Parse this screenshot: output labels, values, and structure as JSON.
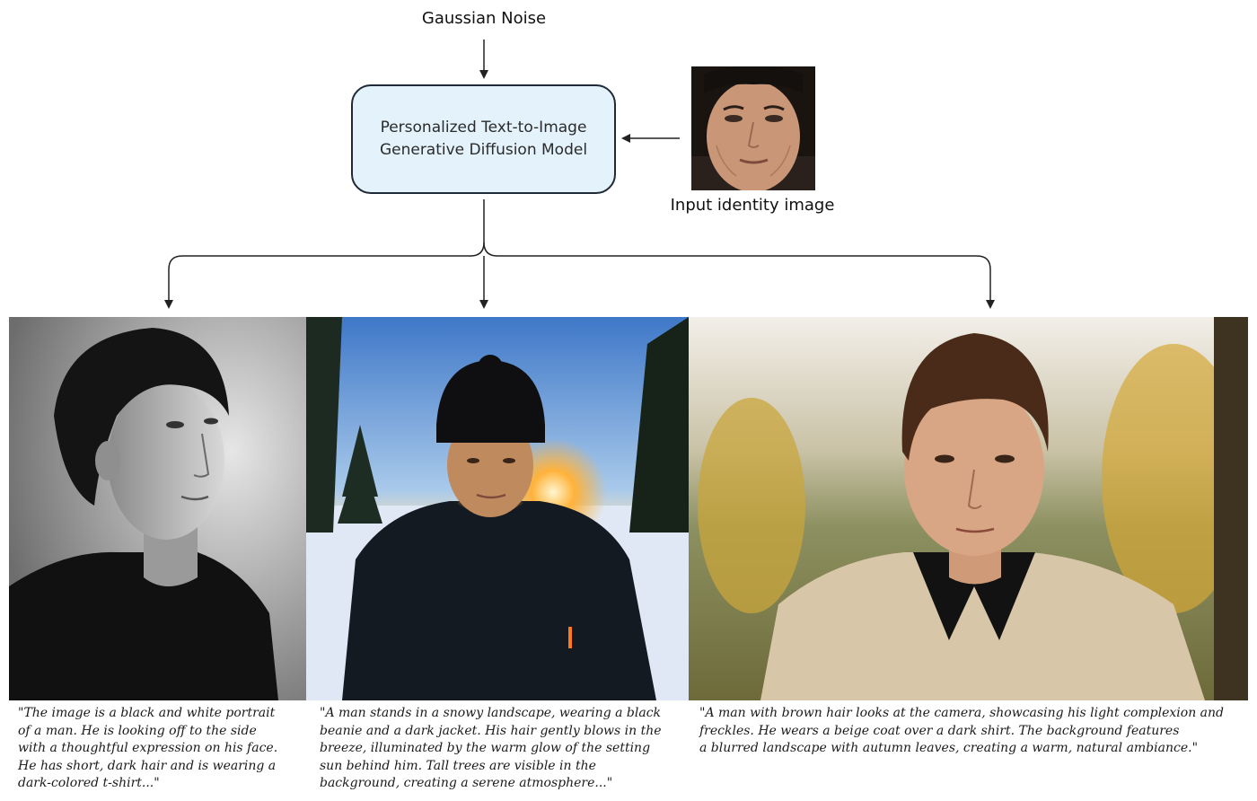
{
  "diagram": {
    "noise_label": "Gaussian Noise",
    "model_label_line1": "Personalized Text-to-Image",
    "model_label_line2": "Generative Diffusion Model",
    "identity_label": "Input identity image",
    "colors": {
      "model_fill": "#e3f2fb",
      "model_border": "#1e2a38",
      "arrow": "#222222"
    }
  },
  "outputs": [
    {
      "image": "black-and-white portrait of a man",
      "caption_lines": [
        "\"The image is a black and white portrait",
        "of a man. He is looking off to the side",
        "with a thoughtful expression on his face.",
        "He has short, dark hair and is wearing a",
        "dark-colored t-shirt...\""
      ]
    },
    {
      "image": "man in black beanie and jacket in snowy landscape at sunset",
      "caption_lines": [
        "\"A man stands in a snowy landscape, wearing a black",
        "beanie and a dark jacket. His hair gently blows in the",
        "breeze, illuminated by the warm glow of the setting",
        "sun behind him. Tall trees are visible in the",
        "background, creating a serene atmosphere...\""
      ]
    },
    {
      "image": "man with brown hair in beige coat with autumn background",
      "caption_lines": [
        "\"A man with brown hair looks at the camera, showcasing his light complexion and",
        " freckles. He wears a beige coat over a dark shirt. The background features",
        "a blurred landscape with autumn leaves, creating a warm, natural ambiance.\""
      ]
    }
  ]
}
